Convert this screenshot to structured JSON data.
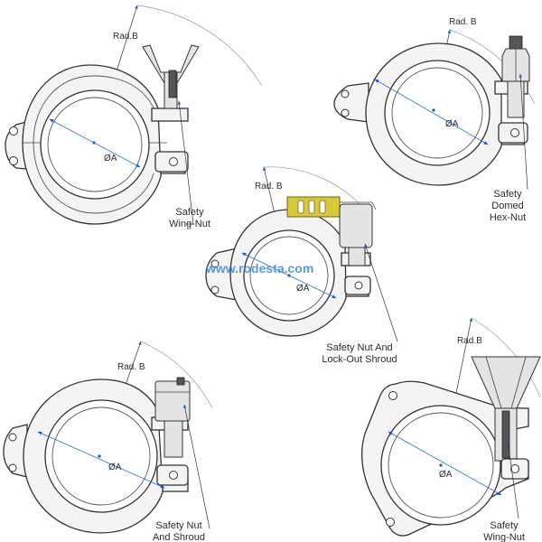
{
  "watermark": "www.rodesta.com",
  "diagrams": [
    {
      "id": "wing-nut",
      "radius_label": "Rad.B",
      "diameter_label": "ØA",
      "caption_lines": [
        "Safety",
        "Wing-Nut"
      ]
    },
    {
      "id": "domed-hex-nut",
      "radius_label": "Rad. B",
      "diameter_label": "ØA",
      "caption_lines": [
        "Safety",
        "Domed",
        "Hex-Nut"
      ]
    },
    {
      "id": "lockout-shroud",
      "radius_label": "Rad. B",
      "diameter_label": "ØA",
      "caption_lines": [
        "Safety Nut And",
        "Lock-Out Shroud"
      ]
    },
    {
      "id": "nut-shroud",
      "radius_label": "Rad. B",
      "diameter_label": "ØA",
      "caption_lines": [
        "Safety Nut",
        "And Shroud"
      ]
    },
    {
      "id": "wing-nut-tri",
      "radius_label": "Rad.B",
      "diameter_label": "ØA",
      "caption_lines": [
        "Safety",
        "Wing-Nut"
      ]
    }
  ]
}
